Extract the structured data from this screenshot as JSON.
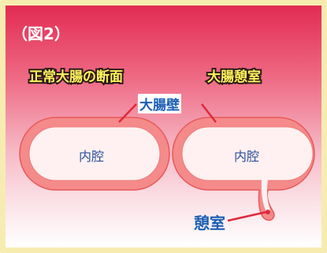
{
  "figure": {
    "label": "（図2）",
    "heading_normal": "正常大腸の断面",
    "heading_diverticulum": "大腸憩室",
    "wall_label": "大腸壁",
    "lumen_label_left": "内腔",
    "lumen_label_right": "内腔",
    "diverticulum_label": "憩室"
  },
  "colors": {
    "wall_fill": "#f58a8a",
    "wall_stroke": "#e65a5a",
    "lumen_fill": "#fff1f1",
    "label_blue": "#1a5fb4",
    "pointer_red": "#e0283c",
    "heading_yellow": "#fff45a",
    "border_yellow": "#f7ecb0"
  }
}
